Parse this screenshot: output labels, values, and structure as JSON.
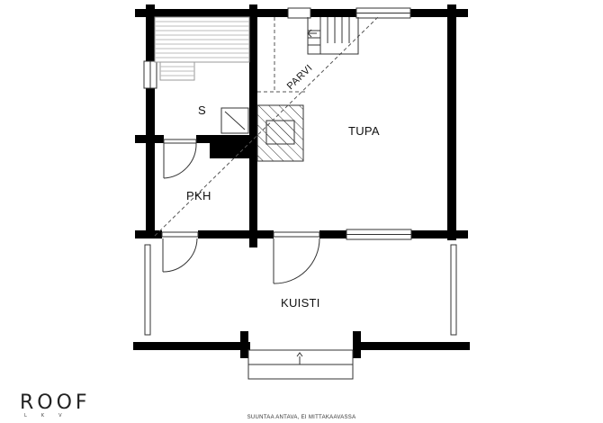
{
  "rooms": {
    "s": "S",
    "tupa": "TUPA",
    "pkh": "PKH",
    "kuisti": "KUISTI",
    "parvi": "PARVI"
  },
  "logo": {
    "name": "ROOF",
    "sub": "LKV"
  },
  "disclaimer": "SUUNTAA ANTAVA, EI MITTAKAAVASSA",
  "colors": {
    "wall": "#000000",
    "thin_line": "#333333",
    "stove_fill": "#8a8a8a",
    "bench_line": "#bbbbbb"
  }
}
